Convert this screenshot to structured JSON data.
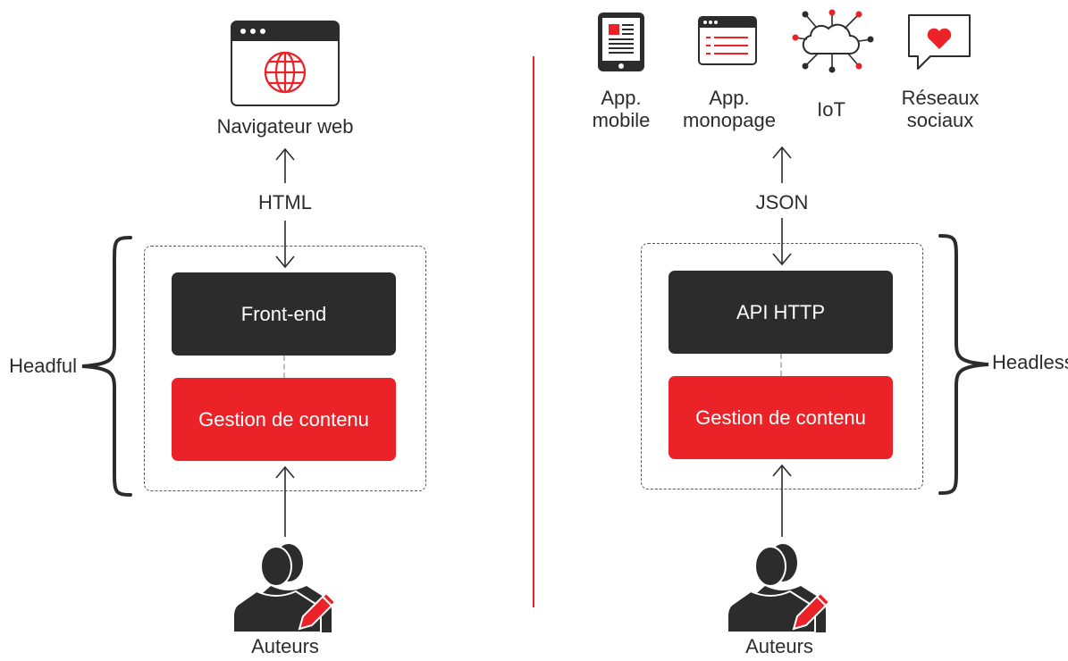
{
  "left": {
    "browser_label": "Navigateur web",
    "protocol_label": "HTML",
    "side_label": "Headful",
    "box_top_label": "Front-end",
    "box_bottom_label": "Gestion de contenu",
    "authors_label": "Auteurs"
  },
  "right": {
    "clients": [
      {
        "line1": "App.",
        "line2": "mobile",
        "icon": "tablet-icon"
      },
      {
        "line1": "App.",
        "line2": "monopage",
        "icon": "web-page-icon"
      },
      {
        "line1": "IoT",
        "line2": "",
        "icon": "cloud-network-icon"
      },
      {
        "line1": "Réseaux",
        "line2": "sociaux",
        "icon": "social-heart-icon"
      }
    ],
    "protocol_label": "JSON",
    "side_label": "Headless",
    "box_top_label": "API HTTP",
    "box_bottom_label": "Gestion de contenu",
    "authors_label": "Auteurs"
  },
  "colors": {
    "accent": "#eb2227",
    "dark": "#2c2c2c",
    "dashed_frame": "#555555"
  }
}
